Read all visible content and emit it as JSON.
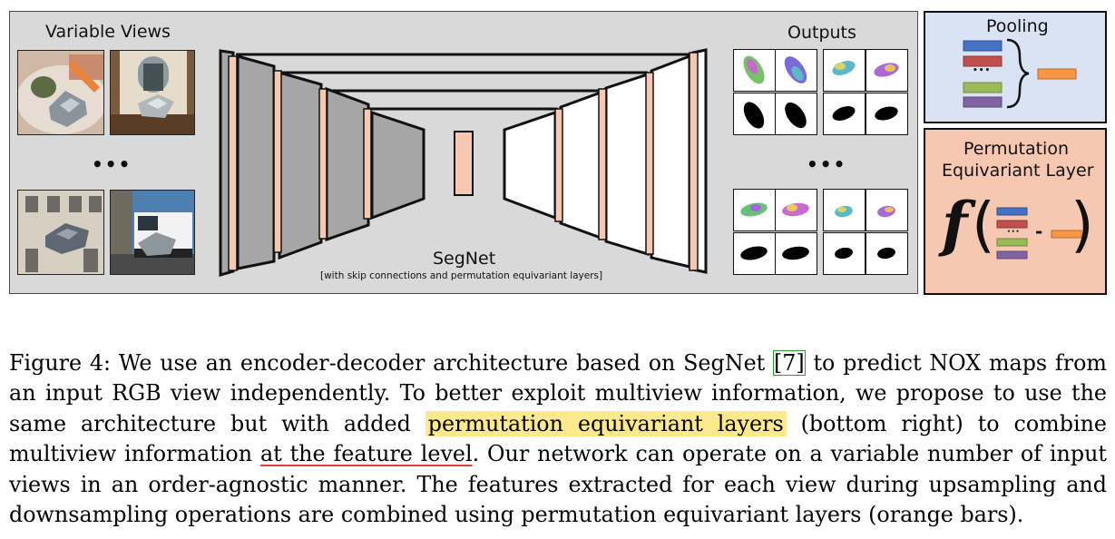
{
  "figure": {
    "variable_views_title": "Variable Views",
    "outputs_title": "Outputs",
    "network_title": "SegNet",
    "network_subtitle": "[with skip connections and permutation equivariant layers]",
    "pooling_title": "Pooling",
    "perm_title_line1": "Permutation",
    "perm_title_line2": "Equivariant Layer",
    "ellipsis": "•••",
    "list_dots": "•••",
    "perm_function": "f",
    "perm_open_paren": "(",
    "perm_close_paren": ")",
    "perm_minus": "-"
  },
  "colors": {
    "encoder_block": "#a6a6a6",
    "decoder_block": "#ffffff",
    "skip_bar": "#f7c8b1",
    "pool_blue": "#4472c4",
    "pool_red": "#c0504d",
    "pool_green": "#9bbb59",
    "pool_purple": "#8064a2",
    "pool_orange": "#f79646",
    "highlight": "#fce98b",
    "underline": "#d43",
    "citation_box": "#2c9e2c"
  },
  "caption": {
    "prefix": "Figure 4: We use an encoder-decoder architecture based on SegNet ",
    "cite": "[7]",
    "p2": " to predict NOX maps from an input RGB view independently. To better exploit multiview information, we propose to use the same architecture but with added ",
    "highlight": "permutation equivariant layers",
    "p3": " (bottom right) to combine multiview information ",
    "underlined": "at the feature level",
    "p4": ". Our network can operate on a variable number of input views in an order-agnostic manner. The features extracted for each view during upsampling and downsampling operations are combined using permutation equivariant layers (orange bars)."
  }
}
